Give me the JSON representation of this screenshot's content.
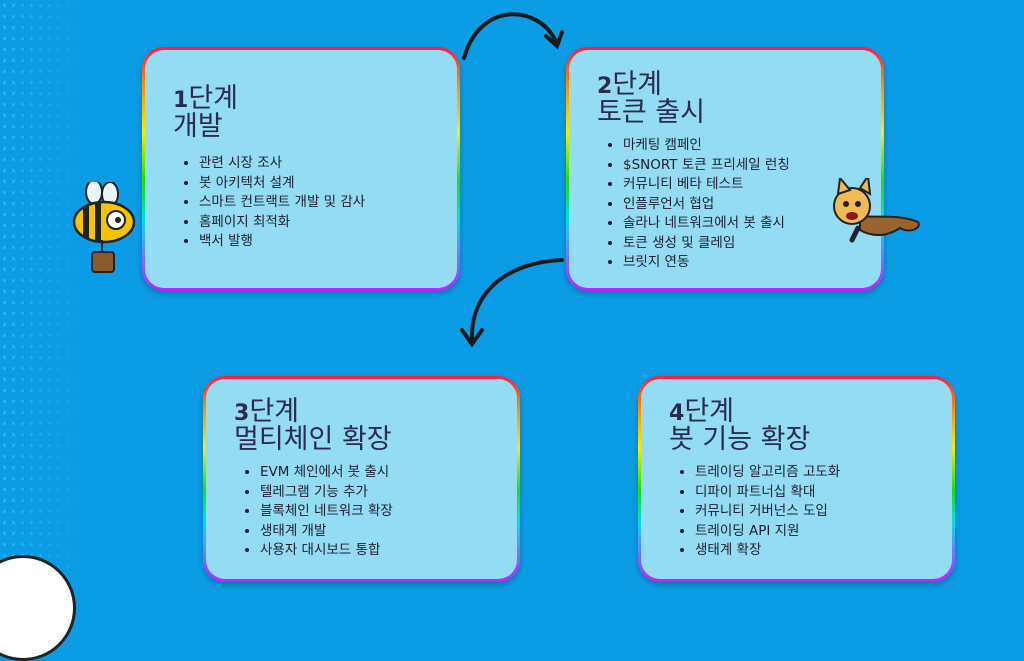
{
  "stages": [
    {
      "num": "1",
      "label": "단계",
      "title": "개발",
      "items": [
        "관련 시장 조사",
        "봇 아키텍처 설계",
        "스마트 컨트랙트 개발 및 감사",
        "홈페이지 최적화",
        "백서 발행"
      ]
    },
    {
      "num": "2",
      "label": "단계",
      "title": "토큰 출시",
      "items": [
        "마케팅 캠페인",
        "$SNORT 토큰 프리세일 런칭",
        "커뮤니티 베타 테스트",
        "인플루언서 협업",
        "솔라나 네트워크에서 봇 출시",
        "토큰 생성 및 클레임",
        "브릿지 연동"
      ]
    },
    {
      "num": "3",
      "label": "단계",
      "title": "멀티체인 확장",
      "items": [
        "EVM 체인에서 봇 출시",
        "텔레그램 기능 추가",
        "블록체인 네트워크 확장",
        "생태계 개발",
        "사용자 대시보드 통합"
      ]
    },
    {
      "num": "4",
      "label": "단계",
      "title": "봇 기능 확장",
      "items": [
        "트레이딩 알고리즘 고도화",
        "디파이 파트너십 확대",
        "커뮤니티 거버넌스 도입",
        "트레이딩 API 지원",
        "생태계 확장"
      ]
    }
  ]
}
